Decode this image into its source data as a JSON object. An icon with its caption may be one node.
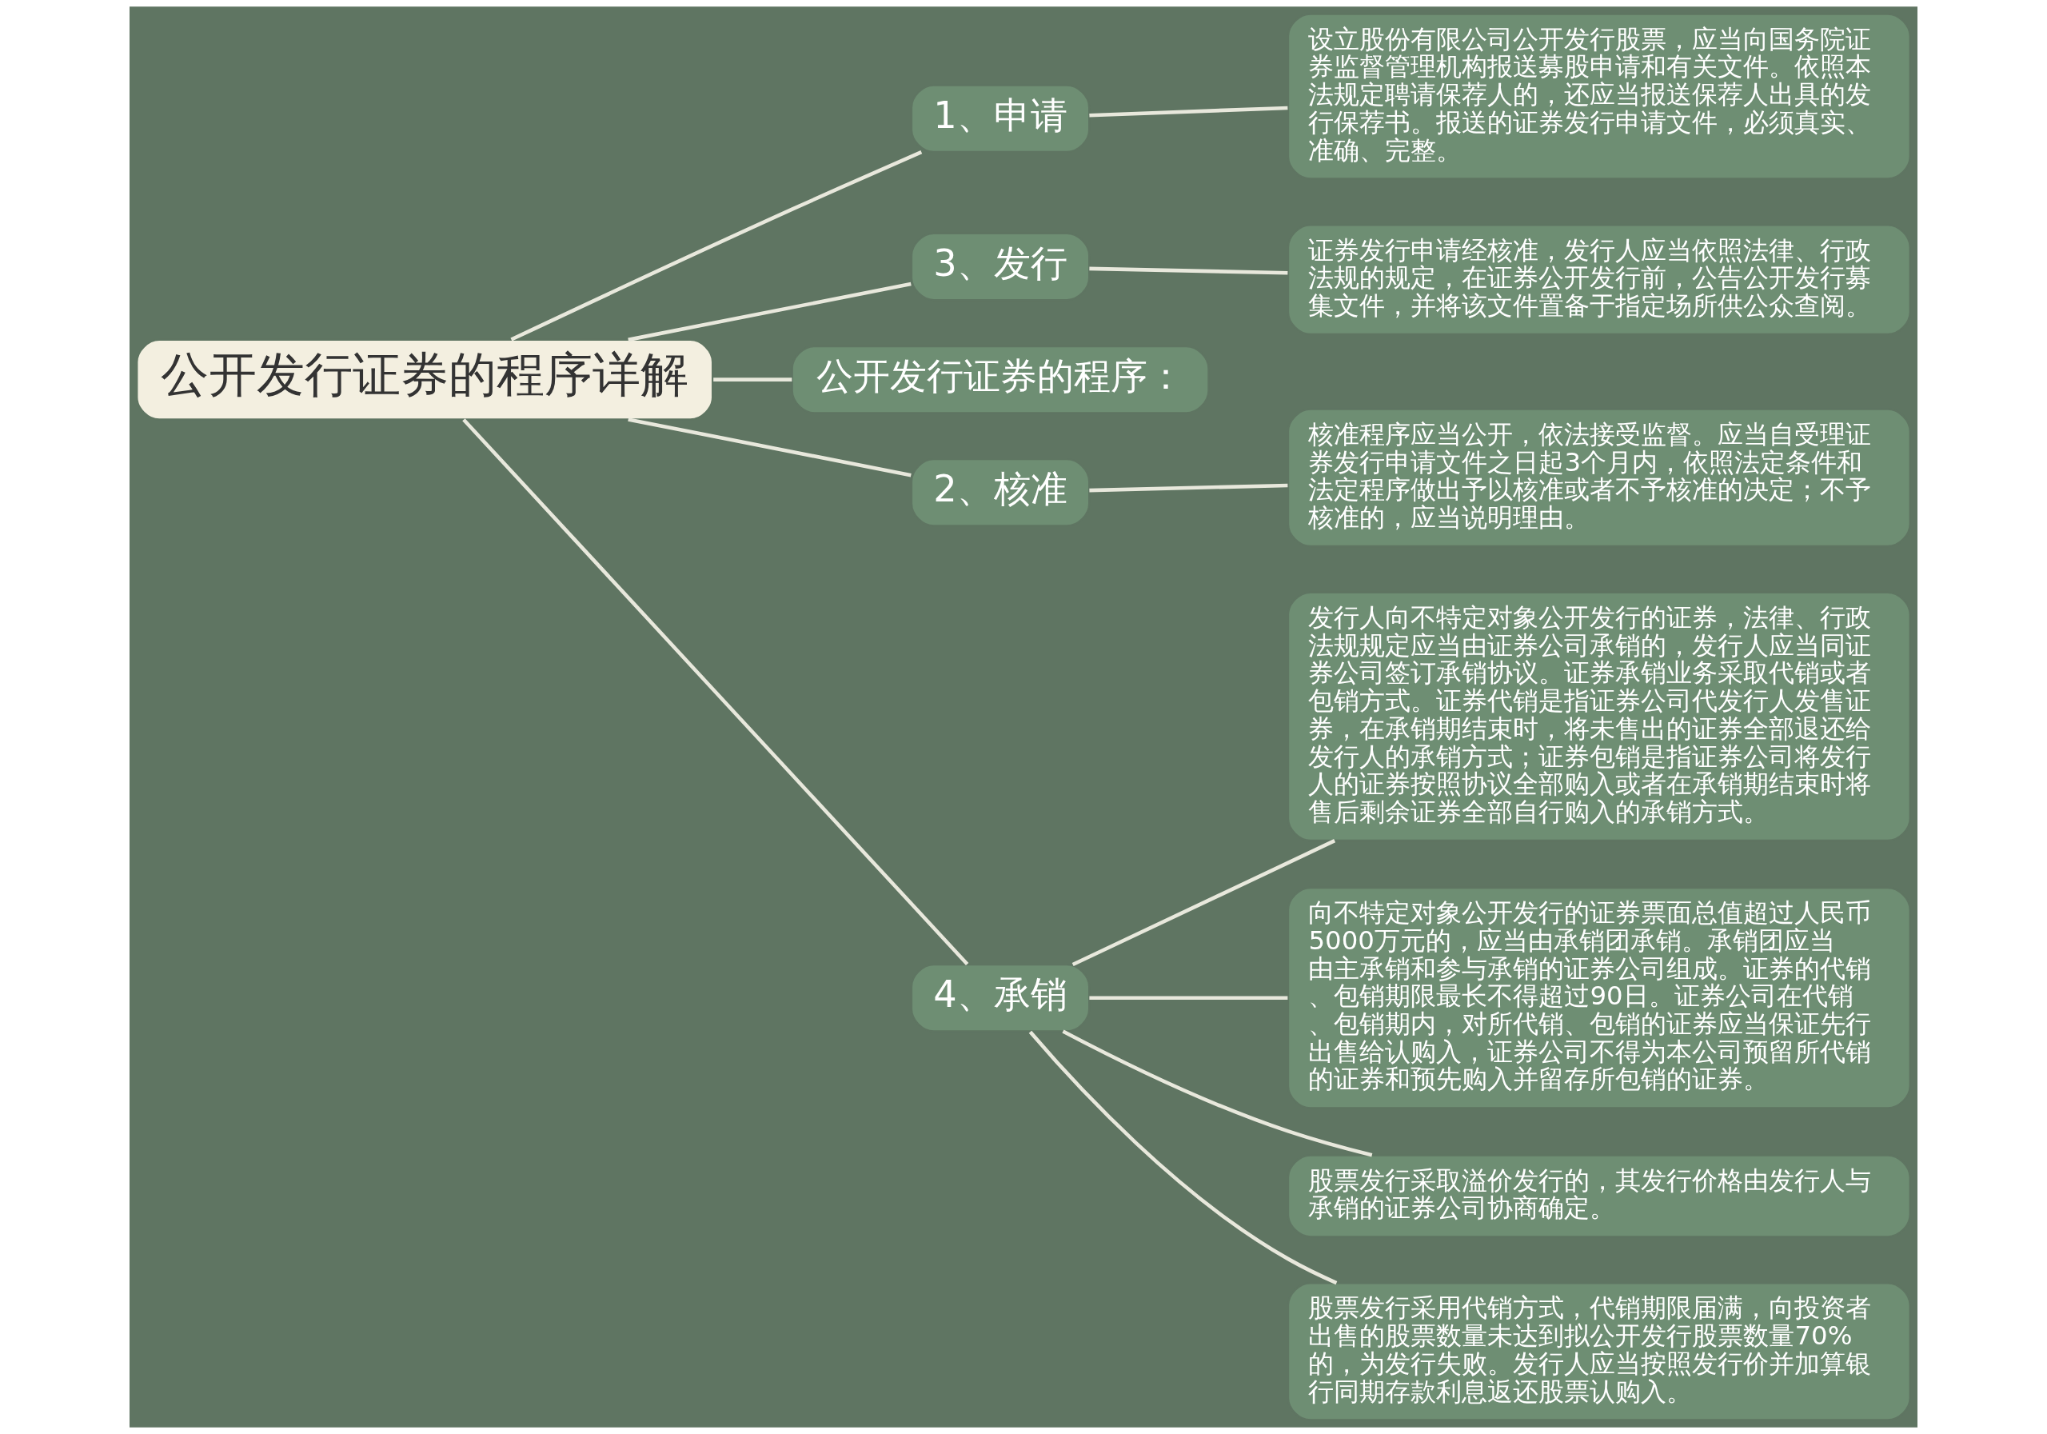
{
  "diagram": {
    "nodes": [
      {
        "text": [
          "公开发行证券的程序详解"
        ]
      },
      {
        "text": [
          "1、申请"
        ]
      },
      {
        "text": [
          "设立股份有限公司公开发行股票，应当向国务院证券监督管理机构报送募股申请和有关文件。依照本法规定聘请保荐人的，还应当报送保荐人出具的发行保荐书。报送的证券发行申请文件，必须真实、准确、完整。"
        ]
      },
      {
        "text": [
          "3、发行"
        ]
      },
      {
        "text": [
          "证券发行申请经核准，发行人应当依照法律、行政法规的规定，在证券公开发行前，公告公开发行募集文件，并将该文件置备于指定场所供公众查阅。"
        ]
      },
      {
        "text": [
          "公开发行证券的程序："
        ]
      },
      {
        "text": [
          "2、核准"
        ]
      },
      {
        "text": [
          "核准程序应当公开，依法接受监督。应当自受理证券发行申请文件之日起3个月内，依照法定条件和法定程序做出予以核准或者不予核准的决定；不予核准的，应当说明理由。"
        ]
      },
      {
        "text": [
          "4、承销"
        ]
      },
      {
        "text": [
          "发行人向不特定对象公开发行的证券，法律、行政法规规定应当由证券公司承销的，发行人应当同证券公司签订承销协议。证券承销业务采取代销或者包销方式。证券代销是指证券公司代发行人发售证券，在承销期结束时，将未售出的证券全部退还给发行人的承销方式；证券包销是指证券公司将发行人的证券按照协议全部购入或者在承销期结束时将售后剩余证券全部自行购入的承销方式。"
        ]
      },
      {
        "text": [
          "向不特定对象公开发行的证券票面总值超过人民币5000万元的，应当由承销团承销。承销团应当由主承销和参与承销的证券公司组成。证券的代销、包销期限最长不得超过90日。证券公司在代销、包销期内，对所代销、包销的证券应当保证先行出售给认购入，证券公司不得为本公司预留所代销的证券和预先购入并留存所包销的证券。"
        ]
      },
      {
        "text": [
          "股票发行采取溢价发行的，其发行价格由发行人与承销的证券公司协商确定。"
        ]
      },
      {
        "text": [
          "股票发行采用代销方式，代销期限届满，向投资者出售的股票数量未达到拟公开发行股票数量70%的，为发行失败。发行人应当按照发行价并加算银行同期存款利息返还股票认购入。"
        ]
      }
    ],
    "edges": [
      {
        "from": 0,
        "to": 1,
        "arrow": "none"
      },
      {
        "from": 1,
        "to": 2,
        "arrow": "none"
      },
      {
        "from": 0,
        "to": 3,
        "arrow": "none"
      },
      {
        "from": 3,
        "to": 4,
        "arrow": "none"
      },
      {
        "from": 0,
        "to": 5,
        "arrow": "none"
      },
      {
        "from": 0,
        "to": 6,
        "arrow": "none"
      },
      {
        "from": 6,
        "to": 7,
        "arrow": "none"
      },
      {
        "from": 0,
        "to": 8,
        "arrow": "none"
      },
      {
        "from": 8,
        "to": 9,
        "arrow": "none"
      },
      {
        "from": 8,
        "to": 10,
        "arrow": "none"
      },
      {
        "from": 8,
        "to": 11,
        "arrow": "none"
      },
      {
        "from": 8,
        "to": 12,
        "arrow": "none"
      }
    ]
  }
}
